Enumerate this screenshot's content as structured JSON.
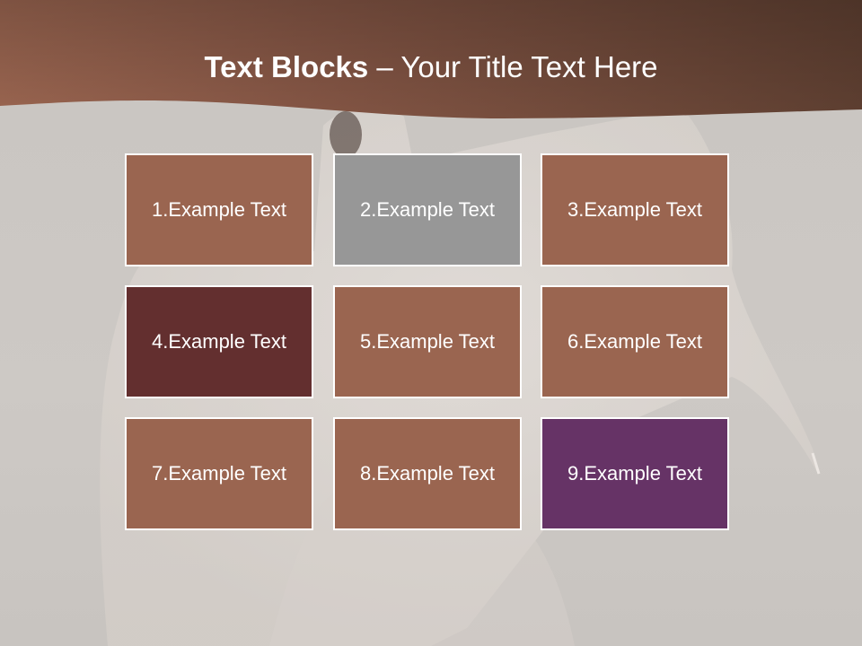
{
  "title": {
    "bold_part": "Text Blocks",
    "separator": " – ",
    "regular_part": "Your Title Text Here"
  },
  "colors": {
    "header_dark": "#5e3f31",
    "header_light": "#9a6550",
    "block_default": "#9a6550",
    "block_gray": "#979797",
    "block_dark": "#632f2f",
    "block_purple": "#663366",
    "border": "#ffffff"
  },
  "blocks": [
    {
      "label": "1.Example Text",
      "color": "#9a6550"
    },
    {
      "label": "2.Example Text",
      "color": "#979797"
    },
    {
      "label": "3.Example Text",
      "color": "#9a6550"
    },
    {
      "label": "4.Example Text",
      "color": "#632f2f"
    },
    {
      "label": "5.Example Text",
      "color": "#9a6550"
    },
    {
      "label": "6.Example Text",
      "color": "#9a6550"
    },
    {
      "label": "7.Example Text",
      "color": "#9a6550"
    },
    {
      "label": "8.Example Text",
      "color": "#9a6550"
    },
    {
      "label": "9.Example Text",
      "color": "#663366"
    }
  ]
}
